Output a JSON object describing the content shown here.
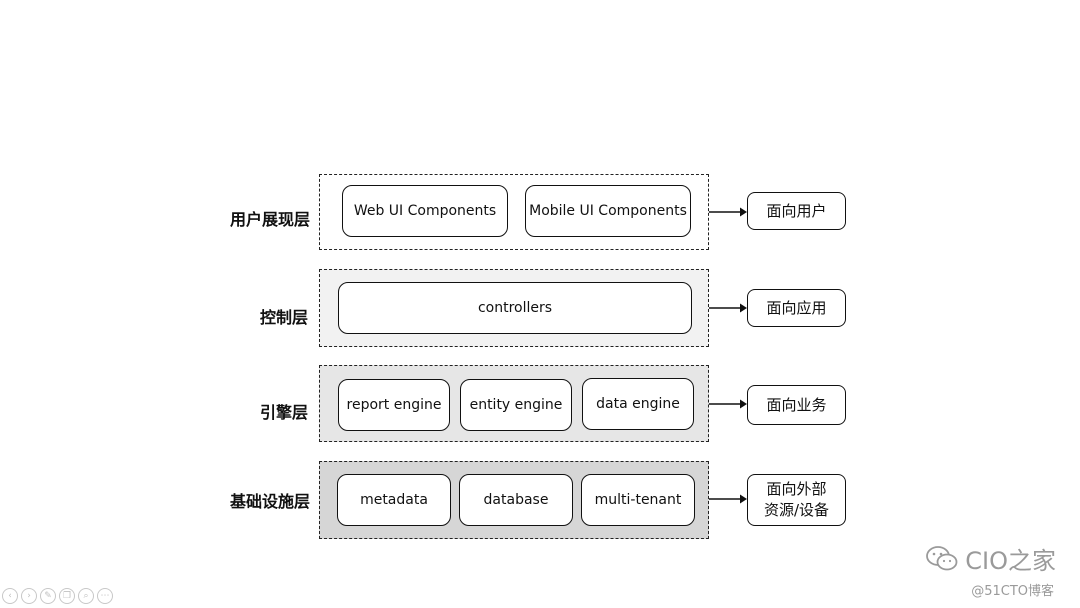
{
  "layers": [
    {
      "label": "用户展现层",
      "fill": "#ffffff",
      "components": [
        "Web UI Components",
        "Mobile UI Components"
      ],
      "target_lines": [
        "面向用户"
      ]
    },
    {
      "label": "控制层",
      "fill": "#f2f2f2",
      "components": [
        "controllers"
      ],
      "target_lines": [
        "面向应用"
      ]
    },
    {
      "label": "引擎层",
      "fill": "#e6e6e6",
      "components": [
        "report engine",
        "entity engine",
        "data engine"
      ],
      "target_lines": [
        "面向业务"
      ]
    },
    {
      "label": "基础设施层",
      "fill": "#d6d6d6",
      "components": [
        "metadata",
        "database",
        "multi-tenant"
      ],
      "target_lines": [
        "面向外部",
        "资源/设备"
      ]
    }
  ],
  "watermark": {
    "main": "CIO之家",
    "sub": "@51CTO博客",
    "icon": "wechat-icon"
  },
  "toolbar": {
    "buttons": [
      {
        "icon": "prev-icon",
        "glyph": "‹"
      },
      {
        "icon": "next-icon",
        "glyph": "›"
      },
      {
        "icon": "pen-icon",
        "glyph": "✎"
      },
      {
        "icon": "copy-icon",
        "glyph": "❐"
      },
      {
        "icon": "zoom-icon",
        "glyph": "⌕"
      },
      {
        "icon": "more-icon",
        "glyph": "⋯"
      }
    ]
  }
}
